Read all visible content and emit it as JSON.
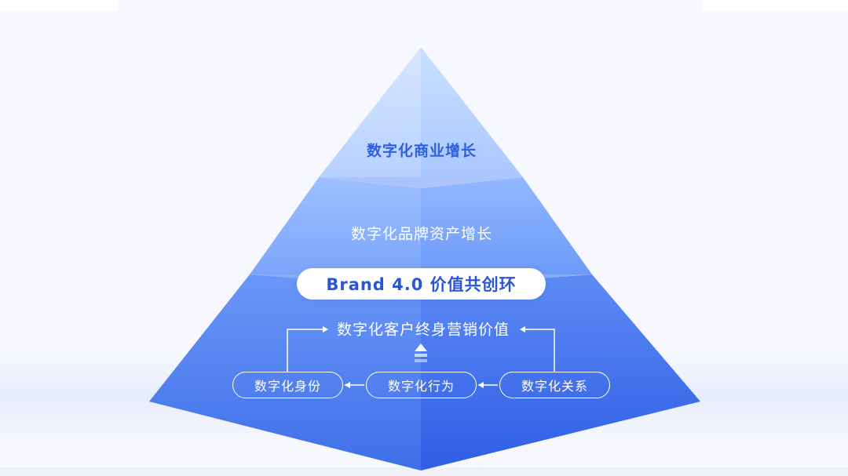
{
  "pyramid": {
    "tiers": {
      "top": "数字化商业增长",
      "middle": "数字化品牌资产增长",
      "brand": "Brand 4.0 价值共创环",
      "lifetime": "数字化客户终身营销价值"
    },
    "nodes": {
      "identity": "数字化身份",
      "behavior": "数字化行为",
      "relation": "数字化关系"
    }
  },
  "colors": {
    "accent": "#2f5fe0",
    "tier_top": "#bdd6ff",
    "tier_middle": "#8fb6ff",
    "tier_bottom": "#4f7ff0"
  },
  "icons": [
    "up-arrow-stack-icon",
    "arrow-left-icon",
    "arrow-right-icon"
  ]
}
